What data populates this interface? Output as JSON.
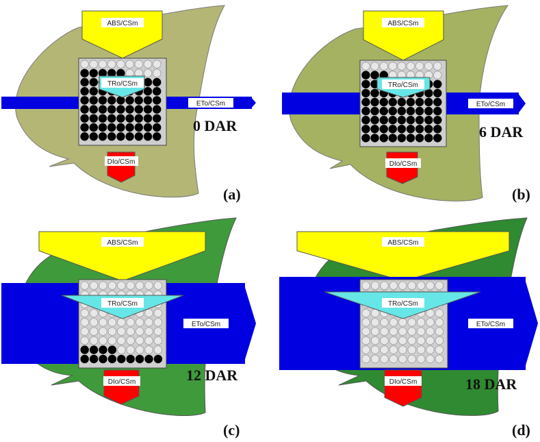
{
  "labels": {
    "abs": "ABS/CSm",
    "tro": "TRo/CSm",
    "eto": "ETo/CSm",
    "dio": "DIo/CSm"
  },
  "colors": {
    "leaf_pale": "#b4b676",
    "leaf_mid": "#a4b262",
    "leaf_green": "#3f9a3b",
    "leaf_dark": "#2f8a31",
    "abs": "#ffff00",
    "tro": "#66e6e6",
    "eto": "#0000e0",
    "dio": "#ff0000",
    "closed_center": "#000000",
    "open_center": "#e8e8e8"
  },
  "panels": [
    {
      "id": "a",
      "stage": "0 DAR",
      "letter": "(a)",
      "closed_centers": 68,
      "total_centers": 81,
      "leaf_color": "#b4b676"
    },
    {
      "id": "b",
      "stage": "6 DAR",
      "letter": "(b)",
      "closed_centers": 66,
      "total_centers": 81,
      "leaf_color": "#a4b262"
    },
    {
      "id": "c",
      "stage": "12 DAR",
      "letter": "(c)",
      "closed_centers": 13,
      "total_centers": 81,
      "leaf_color": "#3f9a3b"
    },
    {
      "id": "d",
      "stage": "18 DAR",
      "letter": "(d)",
      "closed_centers": 0,
      "total_centers": 81,
      "leaf_color": "#2f8a31"
    }
  ]
}
